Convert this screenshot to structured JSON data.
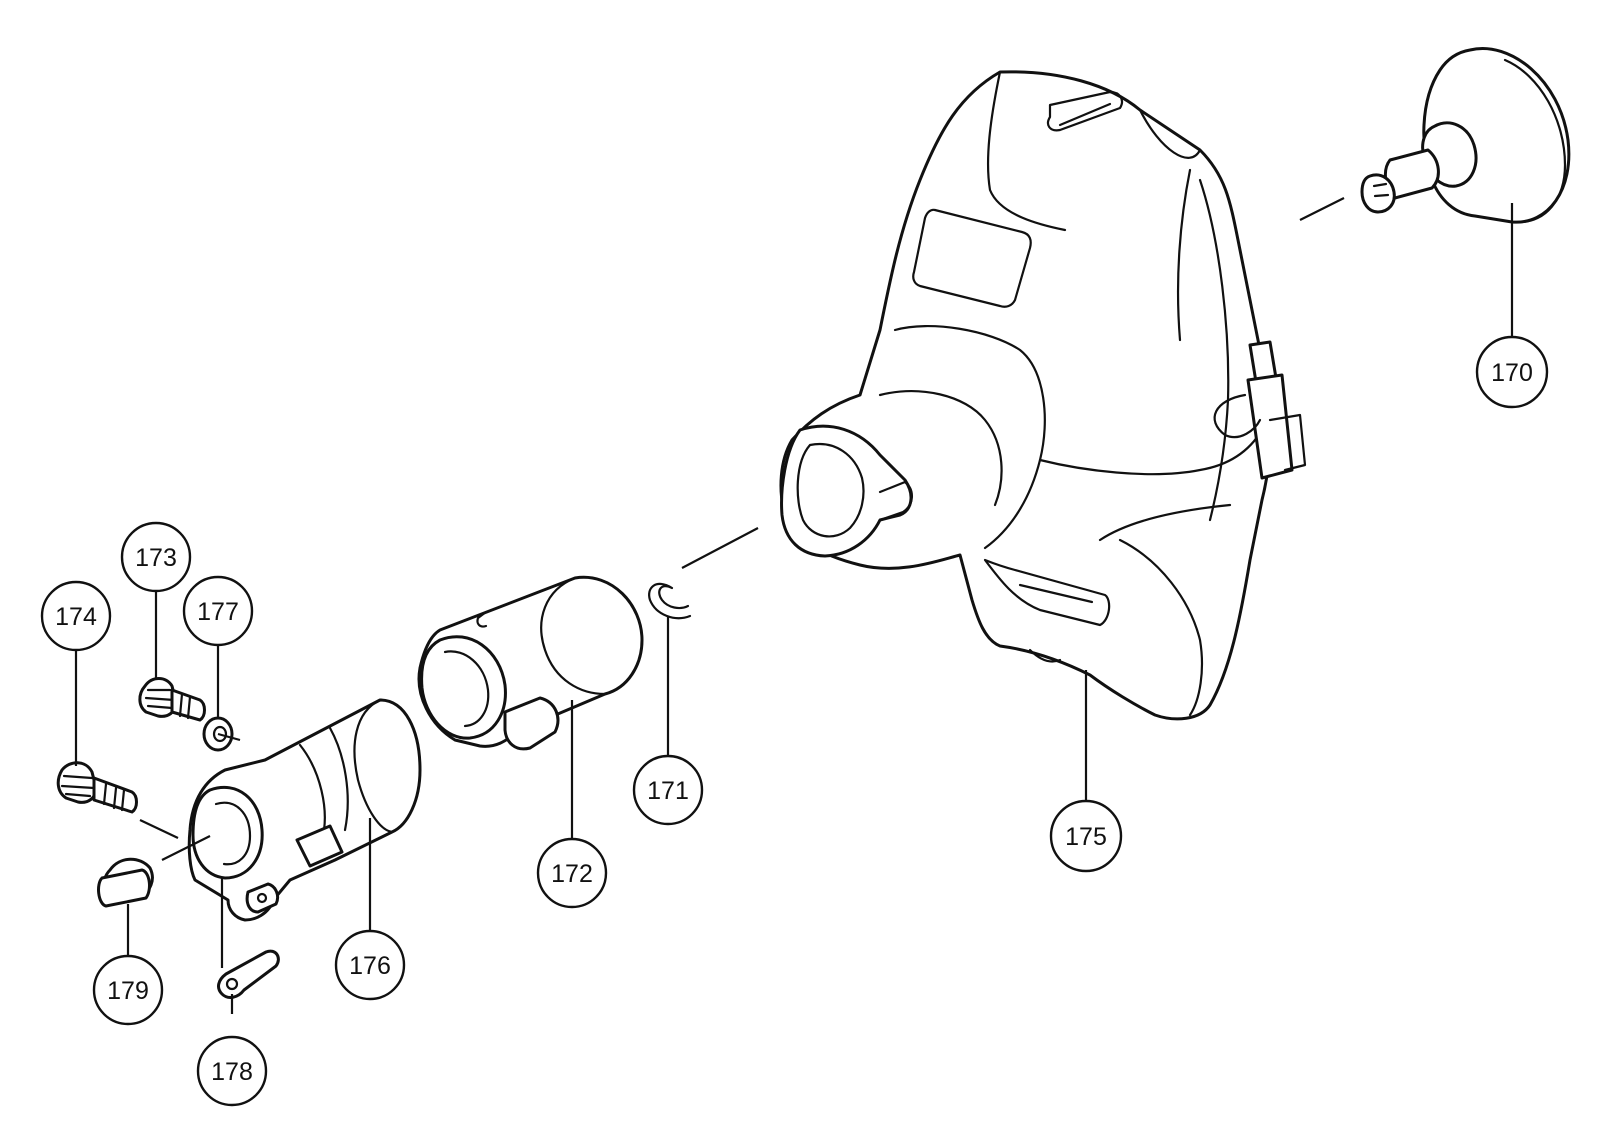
{
  "callouts": {
    "c170": "170",
    "c171": "171",
    "c172": "172",
    "c173": "173",
    "c174": "174",
    "c175": "175",
    "c176": "176",
    "c177": "177",
    "c178": "178",
    "c179": "179"
  },
  "colors": {
    "line": "#111111",
    "background": "#ffffff"
  }
}
